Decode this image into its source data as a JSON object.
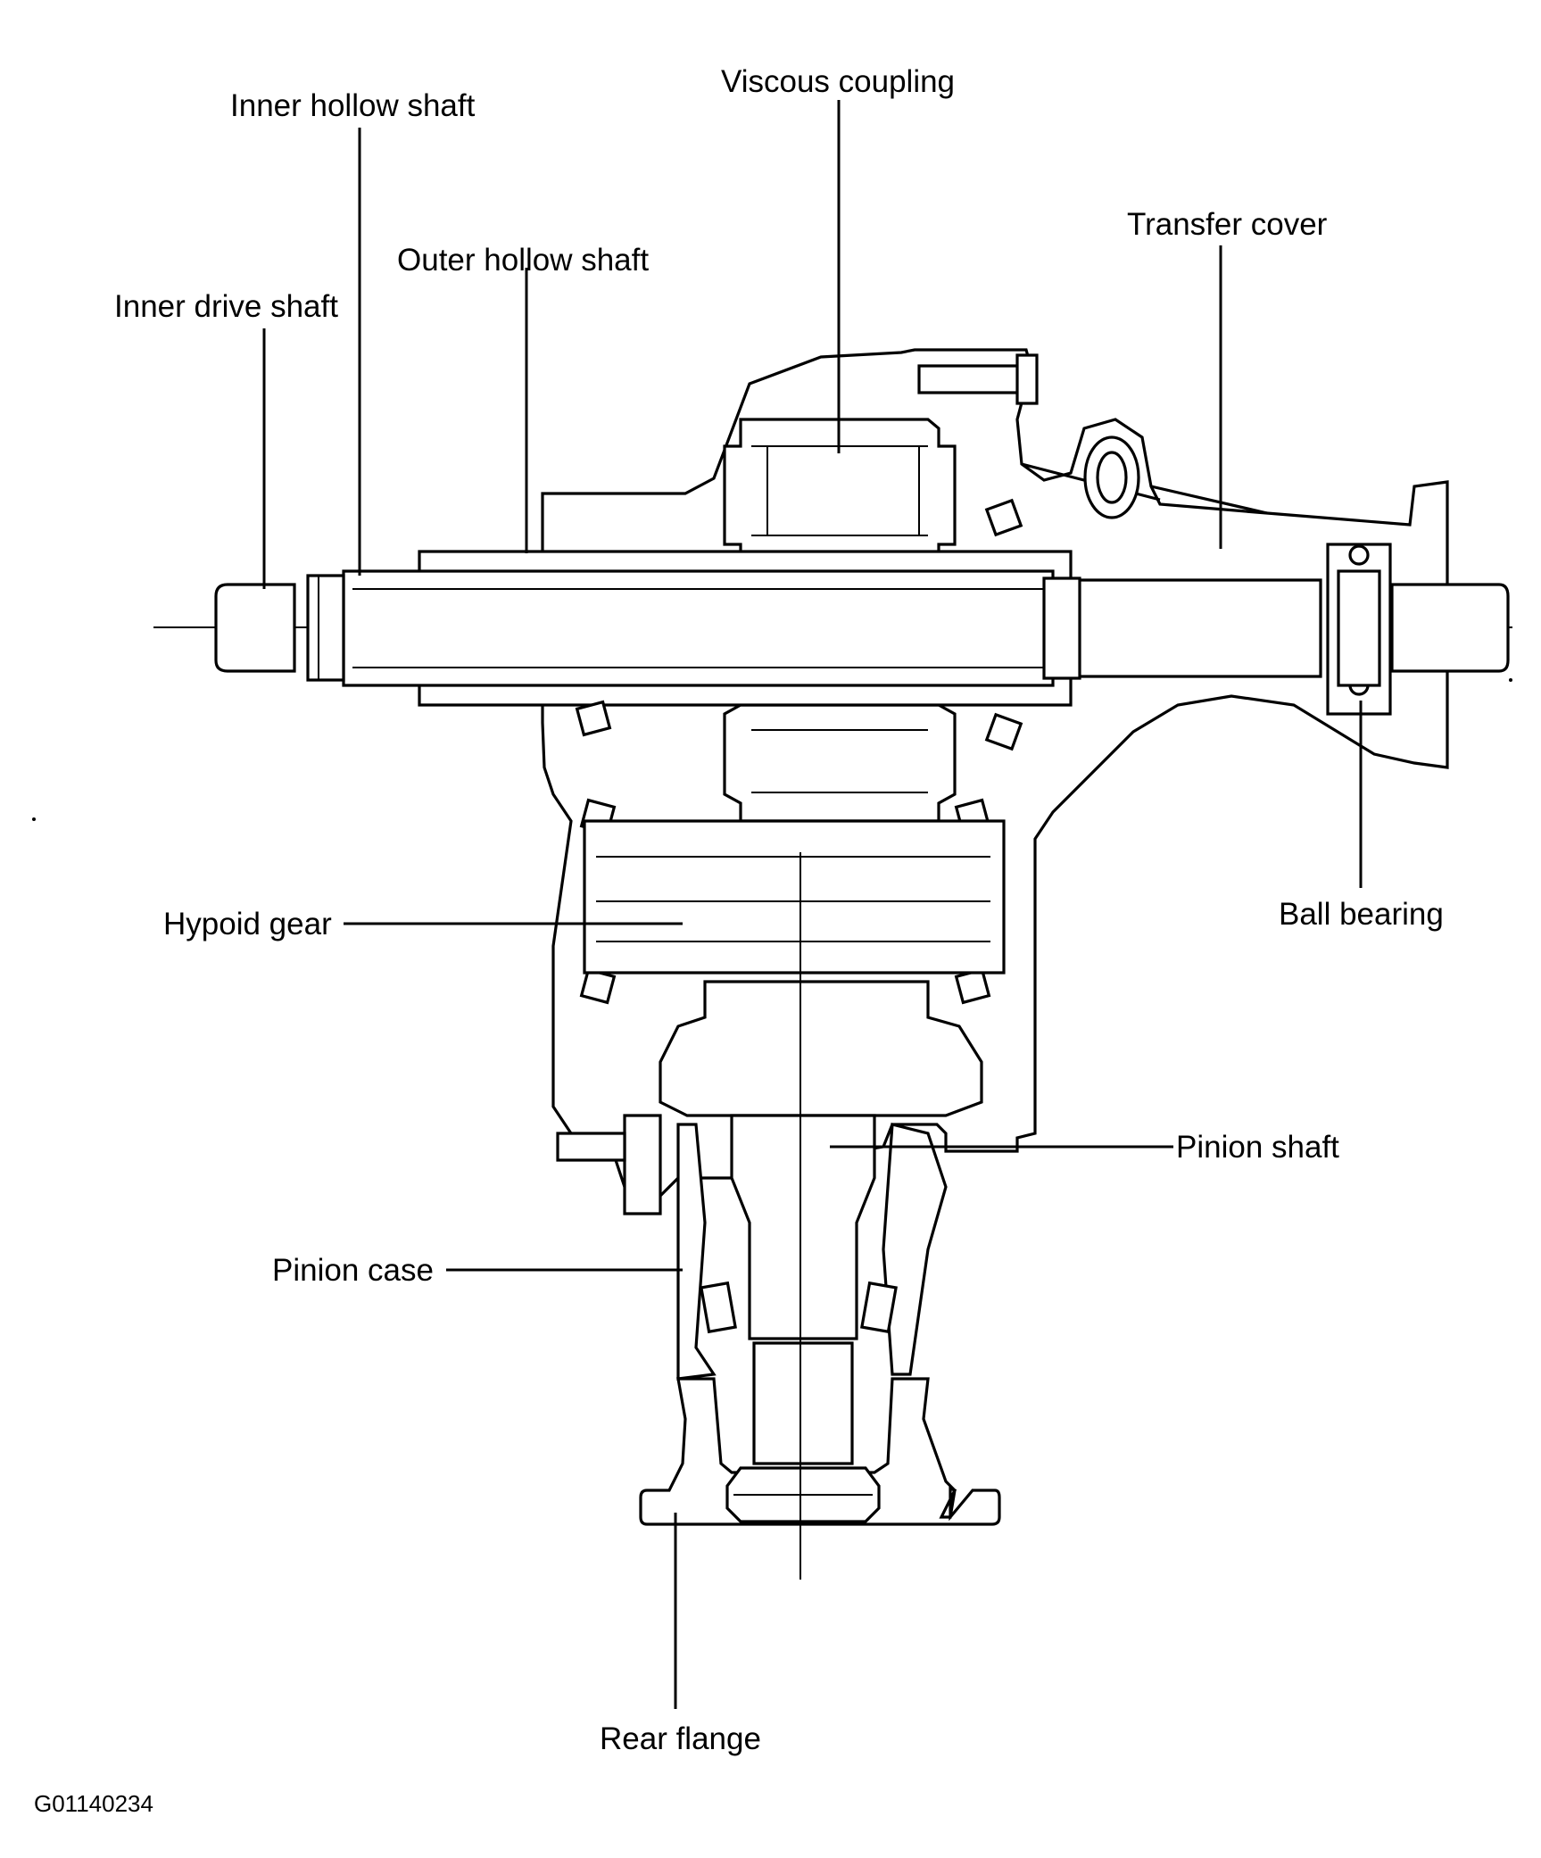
{
  "labels": {
    "viscous_coupling": "Viscous coupling",
    "inner_hollow_shaft": "Inner hollow shaft",
    "transfer_cover": "Transfer cover",
    "outer_hollow_shaft": "Outer hollow shaft",
    "inner_drive_shaft": "Inner drive shaft",
    "hypoid_gear": "Hypoid gear",
    "ball_bearing": "Ball bearing",
    "pinion_shaft": "Pinion shaft",
    "pinion_case": "Pinion case",
    "rear_flange": "Rear flange"
  },
  "figure_id": "G01140234"
}
